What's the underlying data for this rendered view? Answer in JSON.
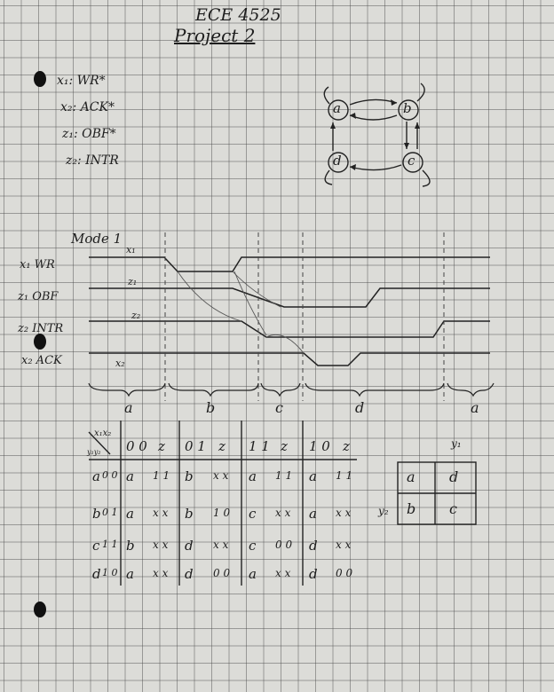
{
  "header": {
    "line1": "ECE 4525",
    "line2": "Project 2"
  },
  "variables": [
    "x₁: WR*",
    "x₂: ACK*",
    "z₁: OBF*",
    "z₂: INTR"
  ],
  "state_diagram": {
    "states": [
      "a",
      "b",
      "c",
      "d"
    ]
  },
  "timing": {
    "mode_label": "Mode 1",
    "signals": [
      {
        "label": "x₁ WR",
        "tag": "x₁"
      },
      {
        "label": "z₁ OBF",
        "tag": "z₁"
      },
      {
        "label": "z₂ INTR",
        "tag": "z₂"
      },
      {
        "label": "x₂ ACK",
        "tag": "x₂"
      }
    ],
    "segments": [
      "a",
      "b",
      "c",
      "d",
      "a"
    ]
  },
  "flow_table": {
    "corner_top": "x₁x₂",
    "corner_bottom": "y₁y₂",
    "column_headers": [
      "0 0",
      "z",
      "0 1",
      "z",
      "1 1",
      "z",
      "1 0",
      "z"
    ],
    "rows": [
      {
        "state": "a",
        "code": "0 0",
        "cells": [
          "a",
          "1 1",
          "b",
          "x x",
          "a",
          "1 1",
          "a",
          "1 1"
        ]
      },
      {
        "state": "b",
        "code": "0 1",
        "cells": [
          "a",
          "x x",
          "b",
          "1 0",
          "c",
          "x x",
          "a",
          "x x"
        ]
      },
      {
        "state": "c",
        "code": "1 1",
        "cells": [
          "b",
          "x x",
          "d",
          "x x",
          "c",
          "0 0",
          "d",
          "x x"
        ]
      },
      {
        "state": "d",
        "code": "1 0",
        "cells": [
          "a",
          "x x",
          "d",
          "0 0",
          "a",
          "x x",
          "d",
          "0 0"
        ]
      }
    ]
  },
  "assignment_map": {
    "top_label": "y₁",
    "side_label": "y₂",
    "cells": [
      "a",
      "d",
      "b",
      "c"
    ]
  }
}
